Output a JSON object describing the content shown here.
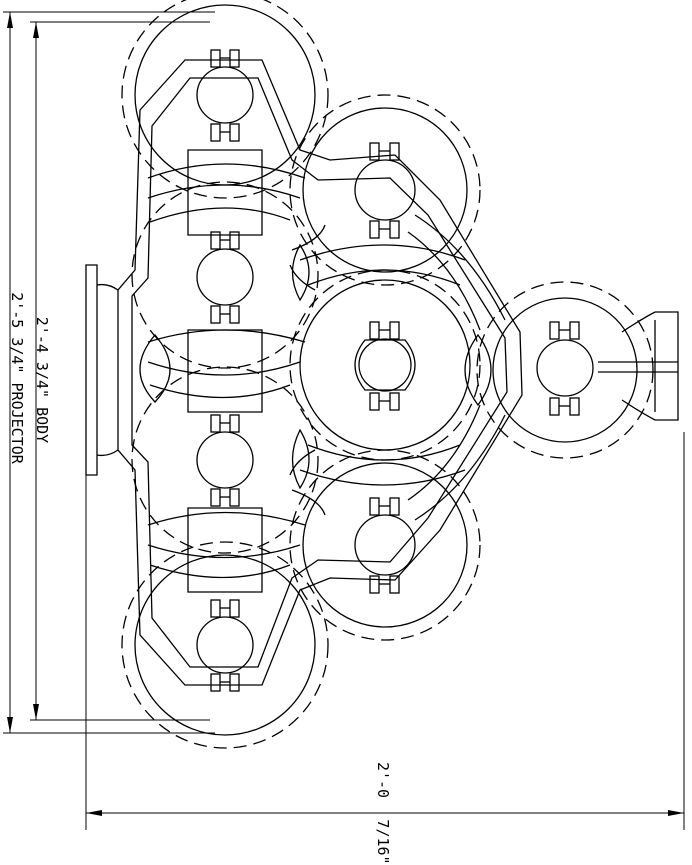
{
  "dimensions": {
    "body": "2'-4 3/4\" BODY",
    "projector": "2'-5 3/4\" PROJECTOR",
    "width_feet": "2'-0",
    "width_inches": "7/16\""
  },
  "colors": {
    "line": "#000000",
    "background": "#ffffff"
  }
}
